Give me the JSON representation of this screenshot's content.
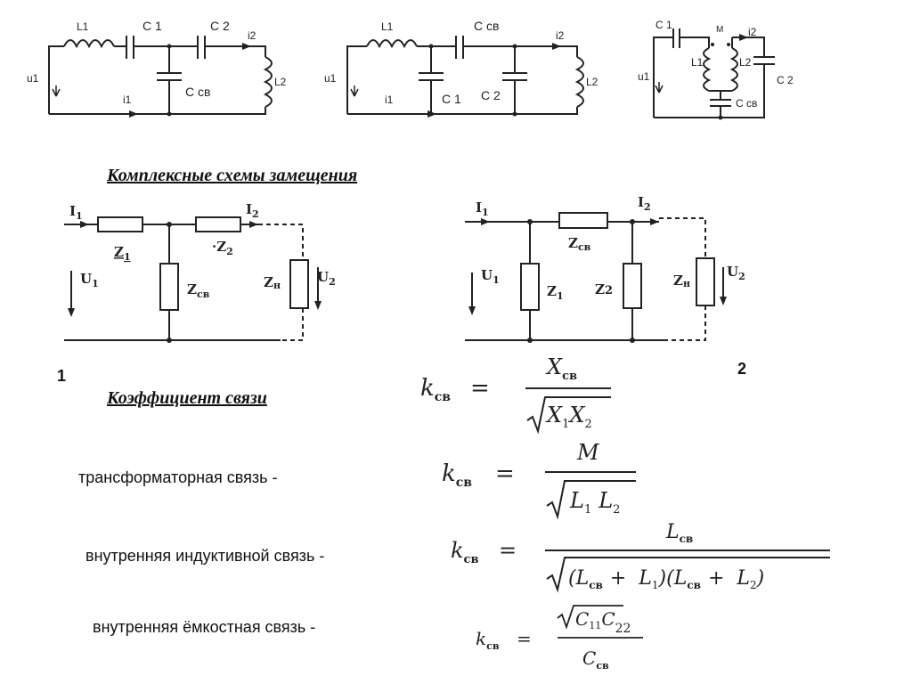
{
  "circuits_top": {
    "c1": {
      "L1": "L1",
      "C1": "C 1",
      "C2": "C 2",
      "i2": "i2",
      "L2": "L2",
      "u1": "u1",
      "i1": "i1",
      "Csv": "С св"
    },
    "c2": {
      "L1": "L1",
      "Csv": "С св",
      "i2": "i2",
      "L2": "L2",
      "u1": "u1",
      "i1": "i1",
      "C1": "С 1",
      "C2": "С 2"
    },
    "c3": {
      "C1": "C 1",
      "M": "M",
      "i2": "i2",
      "L1": "L1",
      "L2": "L2",
      "u1": "u1",
      "C2": "C 2",
      "Csv": "C св"
    }
  },
  "heading_schemes": "Комплексные схемы замещения",
  "eq1": {
    "I1": "I",
    "I1s": "1",
    "Z1": "Z",
    "Z1s": "1",
    "Z2": "·Z",
    "Z2s": "2",
    "I2": "I",
    "I2s": "2",
    "U1": "U",
    "U1s": "1",
    "Zsv": "Z",
    "Zsvs": "св",
    "Zn": "Z",
    "Zns": "н",
    "U2": "U",
    "U2s": "2"
  },
  "eq2": {
    "I1": "I",
    "I1s": "1",
    "Zsv": "Z",
    "Zsvs": "св",
    "I2": "I",
    "I2s": "2",
    "U1": "U",
    "U1s": "1",
    "Z1": "Z",
    "Z1s": "1",
    "Z2": "Z",
    "Z2s": "2",
    "Zn": "Z",
    "Zns": "н",
    "U2": "U",
    "U2s": "2"
  },
  "num1": "1",
  "num2": "2",
  "heading_coef": "Коэффициент связи",
  "formulas": {
    "f1": {
      "k": "k",
      "ksub": "св",
      "eq": "=",
      "num": "X",
      "numsub": "св",
      "den": "X",
      "den1": "1",
      "den2": "X",
      "den3": "2"
    },
    "f2": {
      "k": "k",
      "ksub": "св",
      "eq": "=",
      "num": "M",
      "den": "L",
      "den1": "1",
      "den2": "L",
      "den3": "2"
    },
    "f3": {
      "k": "k",
      "ksub": "св",
      "eq": "=",
      "num": "L",
      "numsub": "св",
      "den": "(L",
      "densub": "св",
      "plus": "+",
      "L1": "L",
      "L1s": "1",
      "close": ")(L",
      "den2sub": "св",
      "plus2": "+",
      "L2": "L",
      "L2s": "2",
      "end": ")"
    },
    "f4": {
      "k": "k",
      "ksub": "св",
      "eq": "=",
      "num": "C",
      "n1": "11",
      "num2": "C",
      "n2": "22",
      "den": "C",
      "densub": "св"
    }
  },
  "labels": {
    "transformer": "трансформаторная связь -",
    "inductive": "внутренняя индуктивной связь -",
    "capacitive": "внутренняя ёмкостная связь -"
  }
}
